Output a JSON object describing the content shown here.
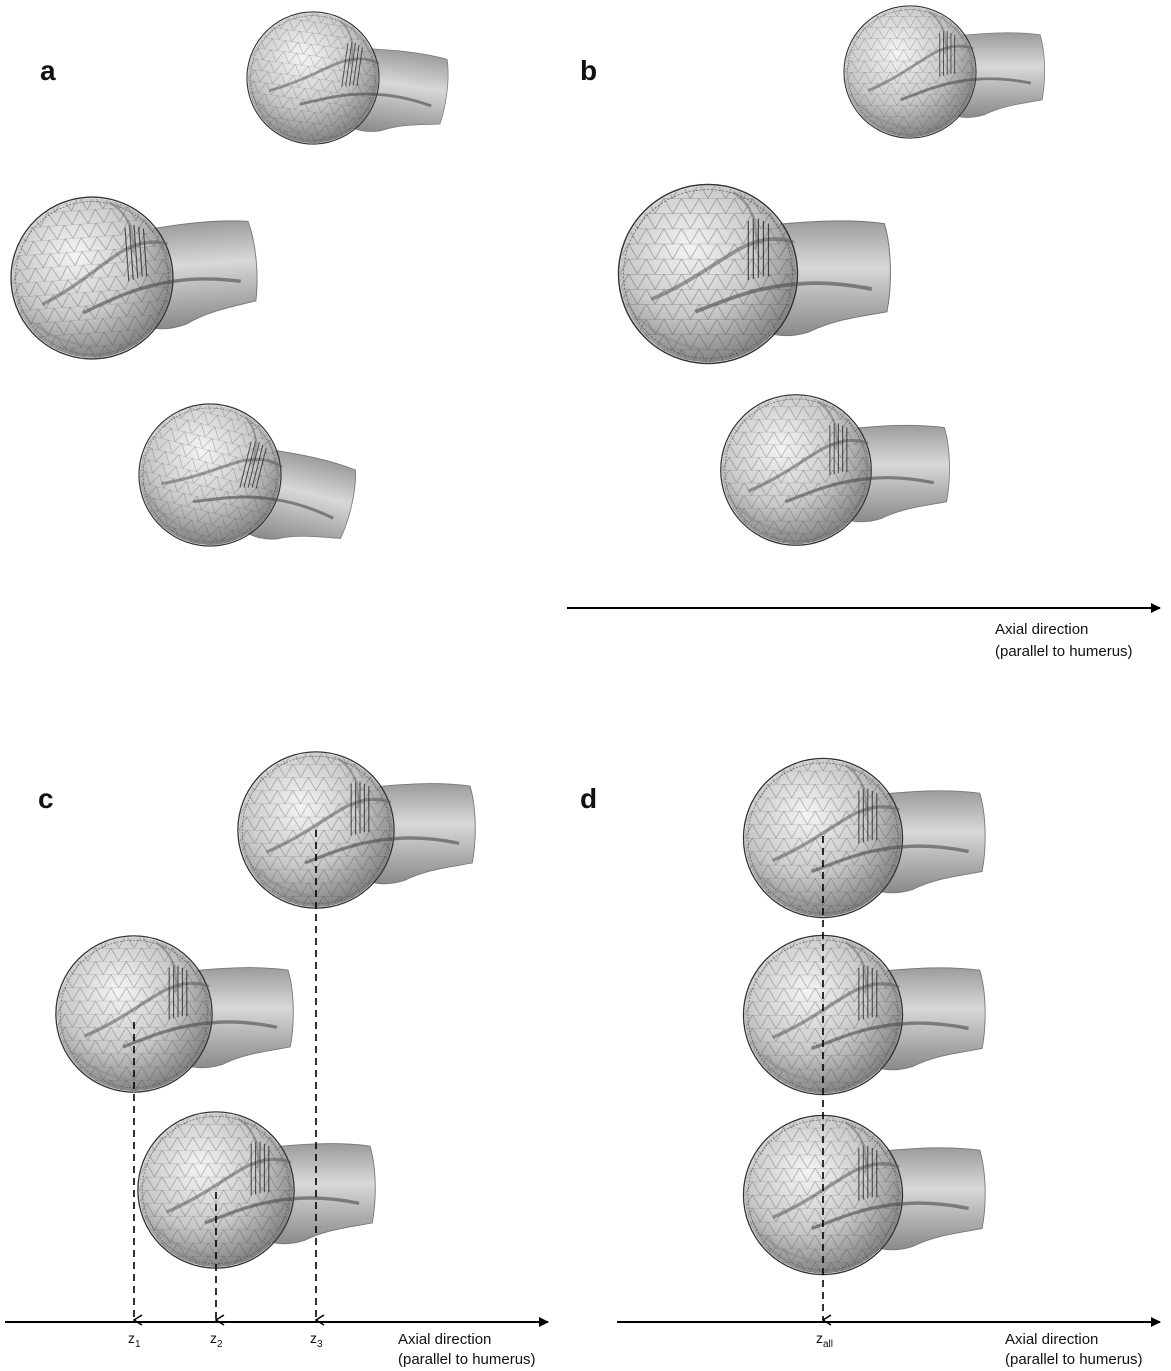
{
  "panels": {
    "a": {
      "letter": "a"
    },
    "b": {
      "letter": "b"
    },
    "c": {
      "letter": "c"
    },
    "d": {
      "letter": "d"
    }
  },
  "axis": {
    "label_line1": "Axial direction",
    "label_line2": "(parallel to humerus)"
  },
  "markers": {
    "z1": {
      "base": "z",
      "sub": "1"
    },
    "z2": {
      "base": "z",
      "sub": "2"
    },
    "z3": {
      "base": "z",
      "sub": "3"
    },
    "zall": {
      "base": "z",
      "sub": "all"
    }
  },
  "colors": {
    "bone_light": "#e6e6e6",
    "bone_mid": "#b3b3b3",
    "bone_dark": "#6e6e6e",
    "mesh": "#333333",
    "axis": "#000000"
  }
}
